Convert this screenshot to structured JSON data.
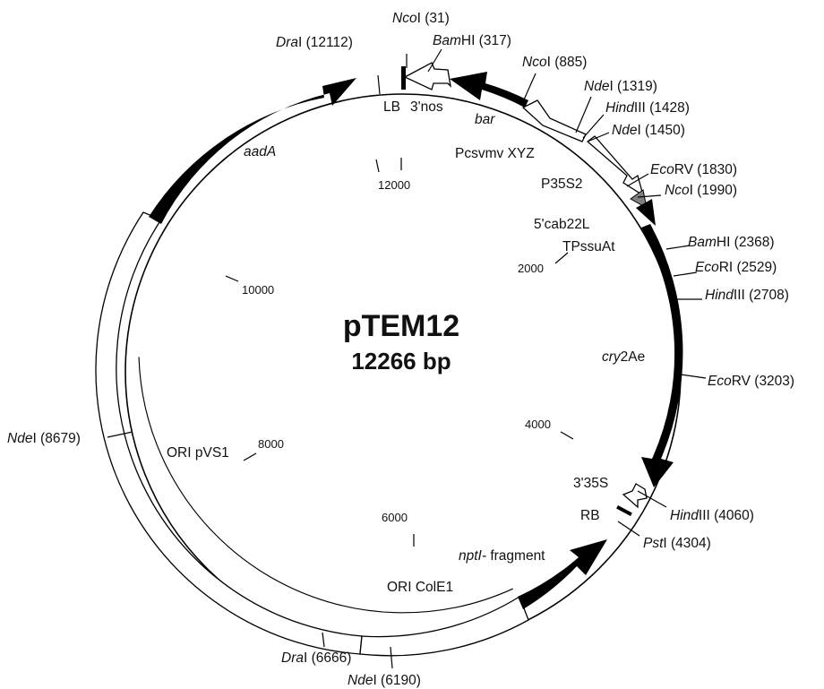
{
  "plasmid": {
    "name": "pTEM12",
    "size_label": "12266 bp",
    "length": 12266
  },
  "colors": {
    "line": "#000000",
    "fill_black": "#000000",
    "fill_white": "#ffffff",
    "fill_grey": "#808080"
  },
  "ticks": [
    {
      "bp": 2000,
      "label": "2000"
    },
    {
      "bp": 4000,
      "label": "4000"
    },
    {
      "bp": 6000,
      "label": "6000"
    },
    {
      "bp": 8000,
      "label": "8000"
    },
    {
      "bp": 10000,
      "label": "10000"
    },
    {
      "bp": 12000,
      "label": "12000"
    }
  ],
  "sites": [
    {
      "id": "ncoi-31",
      "italic": "Nco",
      "rest": "I (31)"
    },
    {
      "id": "bamhi-317",
      "italic": "Bam",
      "rest": "HI (317)"
    },
    {
      "id": "ncoi-885",
      "italic": "Nco",
      "rest": "I (885)"
    },
    {
      "id": "ndei-1319",
      "italic": "Nde",
      "rest": "I (1319)"
    },
    {
      "id": "hindiii-1428",
      "italic": "Hind",
      "rest": "III (1428)"
    },
    {
      "id": "ndei-1450",
      "italic": "Nde",
      "rest": "I (1450)"
    },
    {
      "id": "ecorv-1830",
      "italic": "Eco",
      "rest": "RV (1830)"
    },
    {
      "id": "ncoi-1990",
      "italic": "Nco",
      "rest": "I (1990)"
    },
    {
      "id": "bamhi-2368",
      "italic": "Bam",
      "rest": "HI (2368)"
    },
    {
      "id": "ecori-2529",
      "italic": "Eco",
      "rest": "RI (2529)"
    },
    {
      "id": "hindiii-2708",
      "italic": "Hind",
      "rest": "III (2708)"
    },
    {
      "id": "ecorv-3203",
      "italic": "Eco",
      "rest": "RV (3203)"
    },
    {
      "id": "hindiii-4060",
      "italic": "Hind",
      "rest": "III (4060)"
    },
    {
      "id": "psti-4304",
      "italic": "Pst",
      "rest": "I (4304)"
    },
    {
      "id": "ndei-6190",
      "italic": "Nde",
      "rest": "I (6190)"
    },
    {
      "id": "drai-6666",
      "italic": "Dra",
      "rest": "I (6666)"
    },
    {
      "id": "ndei-8679",
      "italic": "Nde",
      "rest": "I (8679)"
    },
    {
      "id": "drai-12112",
      "italic": "Dra",
      "rest": "I (12112)"
    }
  ],
  "features": [
    {
      "id": "lb",
      "text": "LB"
    },
    {
      "id": "3nos",
      "text": "3'nos"
    },
    {
      "id": "bar",
      "text": "bar",
      "italic": true
    },
    {
      "id": "pcsvmv",
      "text": "Pcsvmv XYZ"
    },
    {
      "id": "p35s2",
      "text": "P35S2"
    },
    {
      "id": "5cab22l",
      "text": "5'cab22L"
    },
    {
      "id": "tpssuat",
      "text": "TPssuAt"
    },
    {
      "id": "cry2ae-italic",
      "text": "cry"
    },
    {
      "id": "cry2ae-rest",
      "text": "2Ae"
    },
    {
      "id": "3-35s",
      "text": "3'35S"
    },
    {
      "id": "rb",
      "text": "RB"
    },
    {
      "id": "nptl-italic",
      "text": "nptI-"
    },
    {
      "id": "nptl-rest",
      "text": " fragment"
    },
    {
      "id": "ori-cole1",
      "text": "ORI ColE1"
    },
    {
      "id": "ori-pvs1",
      "text": "ORI pVS1"
    },
    {
      "id": "aada",
      "text": "aadA",
      "italic": true
    }
  ]
}
